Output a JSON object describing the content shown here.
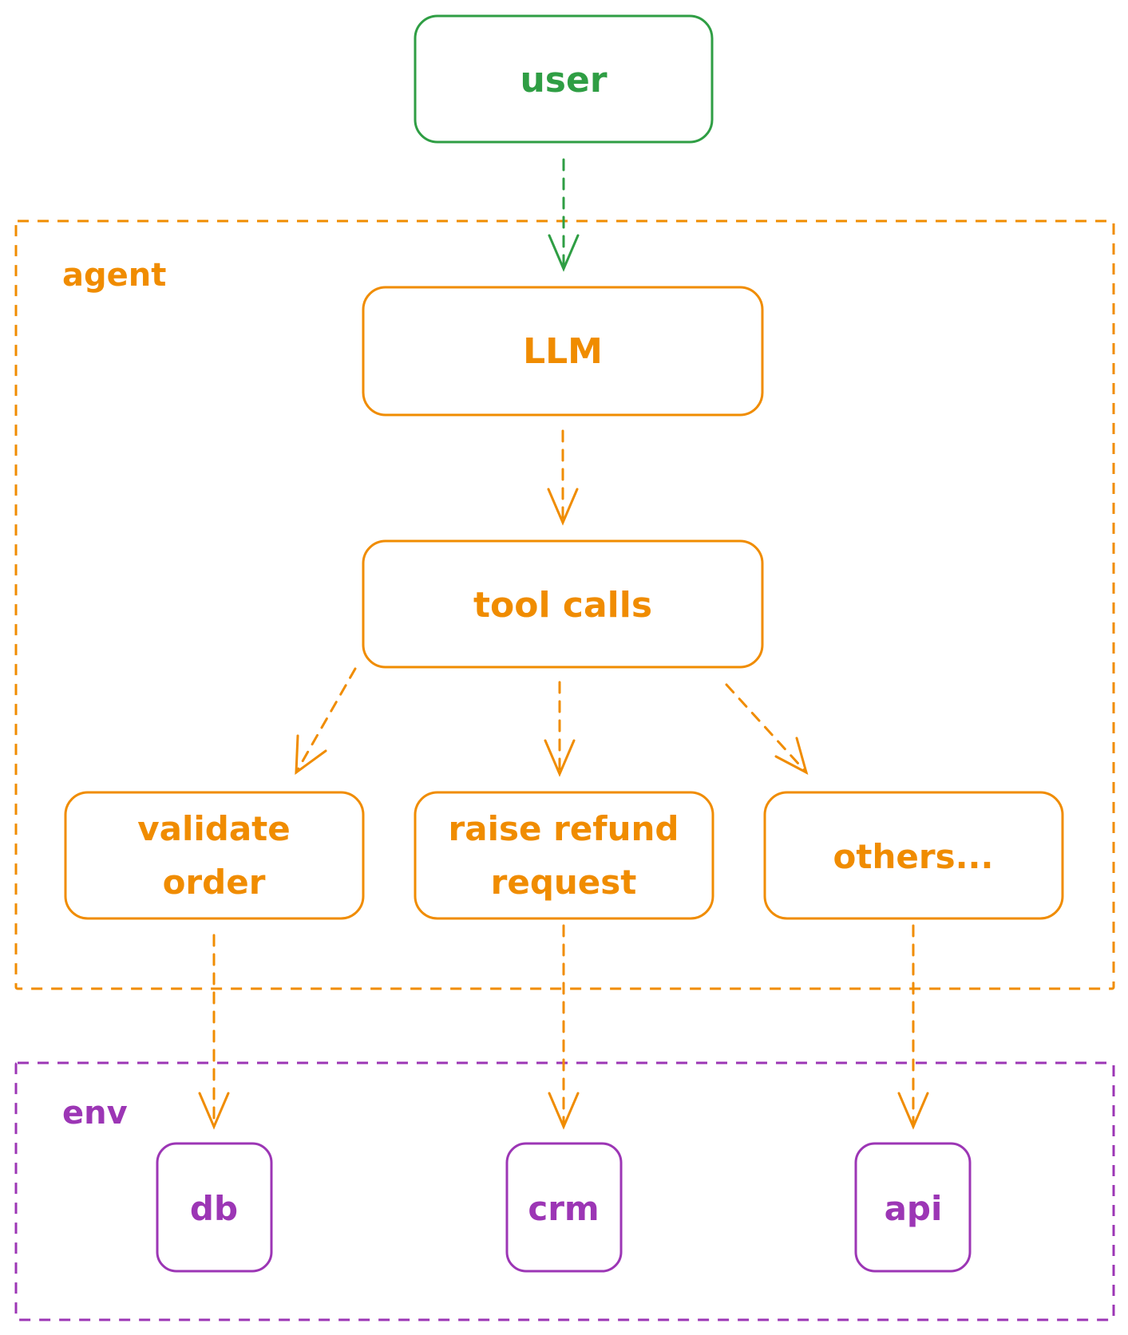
{
  "colors": {
    "user": "#2f9e44",
    "agent": "#f08c00",
    "env": "#9c36b5",
    "background": "#ffffff"
  },
  "groups": {
    "agent": {
      "label": "agent"
    },
    "env": {
      "label": "env"
    }
  },
  "nodes": {
    "user": {
      "label": "user"
    },
    "llm": {
      "label": "LLM"
    },
    "tool_calls": {
      "label": "tool calls"
    },
    "validate_order": {
      "line1": "validate",
      "line2": "order"
    },
    "raise_refund": {
      "line1": "raise refund",
      "line2": "request"
    },
    "others": {
      "label": "others..."
    },
    "db": {
      "label": "db"
    },
    "crm": {
      "label": "crm"
    },
    "api": {
      "label": "api"
    }
  },
  "edges": [
    {
      "from": "user",
      "to": "LLM"
    },
    {
      "from": "LLM",
      "to": "tool calls"
    },
    {
      "from": "tool calls",
      "to": "validate order"
    },
    {
      "from": "tool calls",
      "to": "raise refund request"
    },
    {
      "from": "tool calls",
      "to": "others..."
    },
    {
      "from": "validate order",
      "to": "db"
    },
    {
      "from": "raise refund request",
      "to": "crm"
    },
    {
      "from": "others...",
      "to": "api"
    }
  ]
}
